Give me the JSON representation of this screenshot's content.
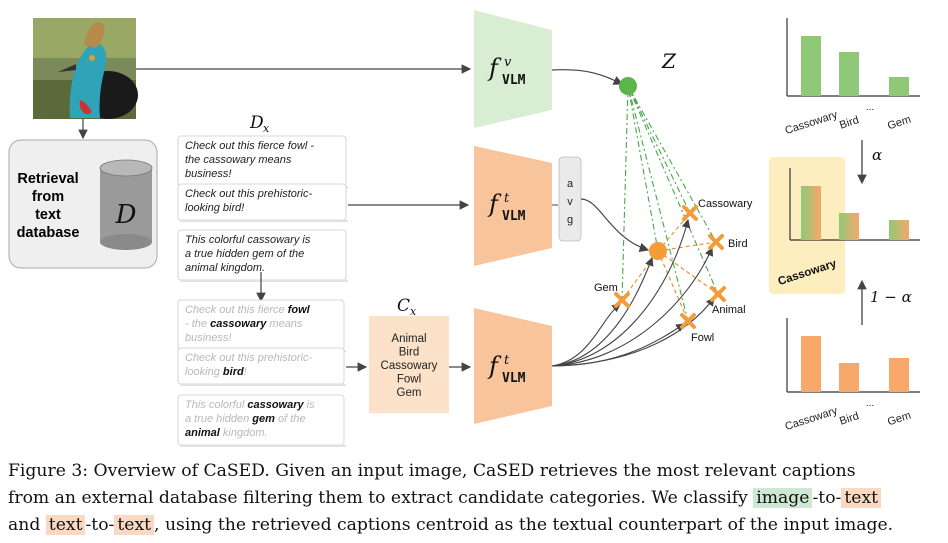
{
  "diagram": {
    "retrieval_box": {
      "label_lines": [
        "Retrieval",
        "from",
        "text",
        "database"
      ],
      "db_symbol": "D"
    },
    "dx_label": "D",
    "dx_sub": "x",
    "captions_top": [
      [
        "Check out this fierce fowl -",
        "the cassowary means",
        "business!"
      ],
      [
        "Check out this prehistoric-",
        "looking bird!"
      ],
      [
        "This colorful cassowary is",
        "a true hidden gem of the",
        "animal kingdom."
      ]
    ],
    "captions_bottom": [
      [
        [
          [
            "Check out this fierce ",
            false
          ],
          [
            "fowl",
            true
          ]
        ],
        [
          [
            "- the ",
            false
          ],
          [
            "cassowary",
            true
          ],
          [
            " means",
            false
          ]
        ],
        [
          [
            "business!",
            false
          ]
        ]
      ],
      [
        [
          [
            "Check out this prehistoric-",
            false
          ]
        ],
        [
          [
            "looking ",
            false
          ],
          [
            "bird",
            true
          ],
          [
            "!",
            false
          ]
        ]
      ],
      [
        [
          [
            "This colorful ",
            false
          ],
          [
            "cassowary",
            true
          ],
          [
            " is",
            false
          ]
        ],
        [
          [
            "a true hidden ",
            false
          ],
          [
            "gem",
            true
          ],
          [
            " of the",
            false
          ]
        ],
        [
          [
            "animal",
            true
          ],
          [
            " kingdom.",
            false
          ]
        ]
      ]
    ],
    "cx_label": "C",
    "cx_sub": "x",
    "categories_box": [
      "Animal",
      "Bird",
      "Cassowary",
      "Fowl",
      "Gem"
    ],
    "encoders": {
      "vision": {
        "f": "f",
        "sup": "v",
        "sub": "VLM"
      },
      "text_top": {
        "f": "f",
        "sup": "t",
        "sub": "VLM"
      },
      "text_bottom": {
        "f": "f",
        "sup": "t",
        "sub": "VLM"
      }
    },
    "avg_letters": [
      "a",
      "v",
      "g"
    ],
    "z_label": "Z",
    "space_labels": [
      "Cassowary",
      "Bird",
      "Animal",
      "Fowl",
      "Gem"
    ],
    "alpha": "α",
    "one_minus_alpha": "1 − α",
    "bars_labels": [
      "Cassowary",
      "Bird",
      "...",
      "Gem"
    ],
    "result_label": "Cassowary",
    "colors": {
      "green": "#8fc977",
      "green_light": "#d6ebcf",
      "orange": "#f7a86a",
      "orange_light": "#f7c9a3",
      "yellow_bg": "#fdeec0",
      "dash_green": "#4aa64a",
      "dash_orange": "#e88a2e"
    }
  },
  "caption": {
    "prefix": "Figure 3: Overview of CaSED. Given an input image, CaSED retrieves the most relevant captions",
    "line2_a": "from an external database filtering them to extract candidate categories. We classify ",
    "image": "image",
    "to1": "-to-",
    "text1": "text",
    "line3_a": "and ",
    "text2": "text",
    "to2": "-to-",
    "text3": "text",
    "line3_b": ", using the retrieved captions centroid as the textual counterpart of the input image."
  }
}
